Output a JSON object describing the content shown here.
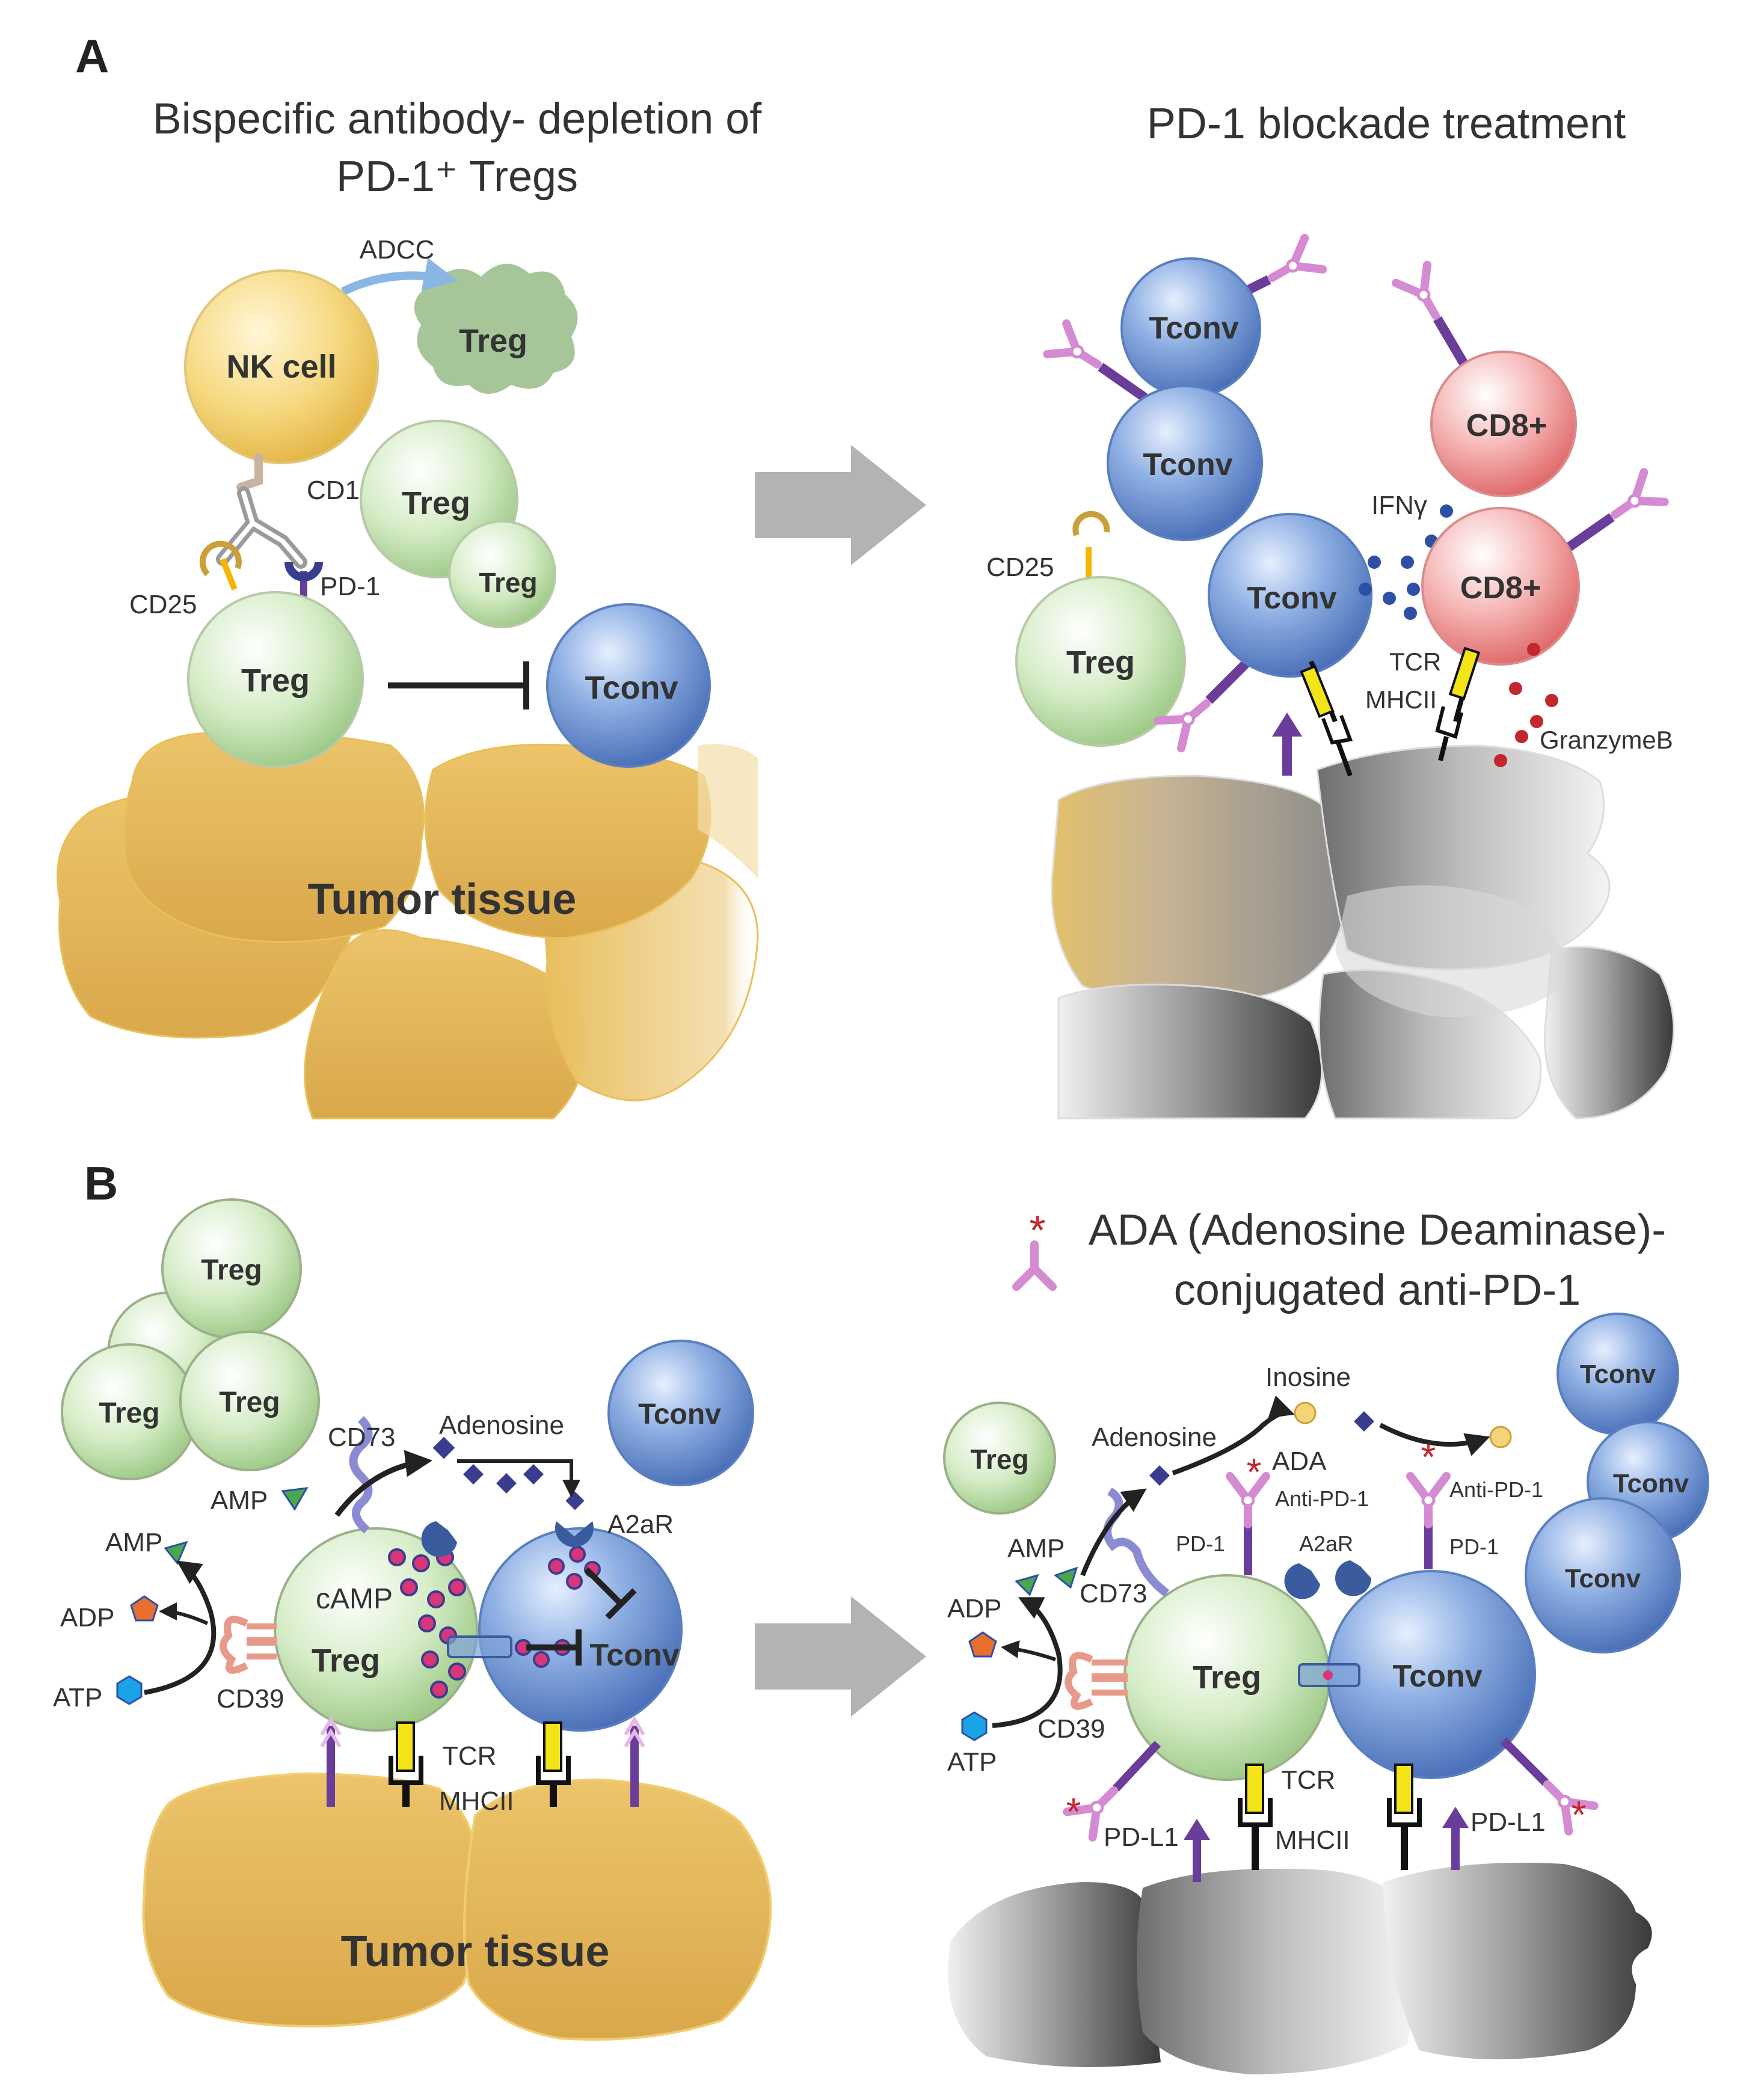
{
  "panel_a": {
    "letter": "A",
    "left_title_line1": "Bispecific antibody- depletion of",
    "left_title_line2": "PD-1⁺ Tregs",
    "right_title": "PD-1 blockade treatment",
    "left": {
      "adcc": "ADCC",
      "nk_cell": "NK cell",
      "treg_dying": "Treg",
      "treg_big": "Treg",
      "treg_small": "Treg",
      "cd16": "CD16",
      "cd25": "CD25",
      "pd1": "PD-1",
      "treg_main": "Treg",
      "tconv": "Tconv",
      "tumor": "Tumor tissue"
    },
    "right": {
      "tconv_top1": "Tconv",
      "tconv_top2": "Tconv",
      "cd8_top": "CD8+",
      "ifng": "IFNγ",
      "cd25": "CD25",
      "treg": "Treg",
      "tconv_mid": "Tconv",
      "cd8_mid": "CD8+",
      "tcr": "TCR",
      "mhcii": "MHCII",
      "granzyme": "GranzymeB"
    }
  },
  "panel_b": {
    "letter": "B",
    "right_title_line1": "ADA (Adenosine Deaminase)-",
    "right_title_line2": "conjugated anti-PD-1",
    "left": {
      "treg1": "Treg",
      "treg2": "Treg",
      "treg3": "Treg",
      "tconv_top": "Tconv",
      "cd73": "CD73",
      "adenosine": "Adenosine",
      "amp1": "AMP",
      "amp2": "AMP",
      "a2ar": "A2aR",
      "adp": "ADP",
      "atp": "ATP",
      "camp": "cAMP",
      "treg_main": "Treg",
      "tconv_main": "Tconv",
      "cd39": "CD39",
      "tcr": "TCR",
      "mhcii": "MHCII",
      "tumor": "Tumor tissue"
    },
    "right": {
      "treg_top": "Treg",
      "tconv1": "Tconv",
      "tconv2": "Tconv",
      "tconv3": "Tconv",
      "inosine": "Inosine",
      "adenosine": "Adenosine",
      "ada": "ADA",
      "anti_pd1_left": "Anti-PD-1",
      "anti_pd1_right": "Anti-PD-1",
      "pd1_left": "PD-1",
      "pd1_right": "PD-1",
      "a2ar": "A2aR",
      "amp": "AMP",
      "cd73": "CD73",
      "adp": "ADP",
      "atp": "ATP",
      "cd39": "CD39",
      "treg_main": "Treg",
      "tconv_main": "Tconv",
      "tcr": "TCR",
      "mhcii": "MHCII",
      "pdl1_left": "PD-L1",
      "pdl1_right": "PD-L1"
    }
  },
  "colors": {
    "treg": "#c9e6b9",
    "tconv": "#7fa3d8",
    "cd8": "#f2a7a7",
    "nk": "#f5d477",
    "tumor": "#e8bd5a",
    "antibody": "#d48bd1",
    "pd1": "#6a3d9a",
    "tcr": "#f2e417",
    "arrow": "#b3b3b3",
    "adenosine": "#3a3d8f",
    "granzyme": "#c1272d"
  }
}
